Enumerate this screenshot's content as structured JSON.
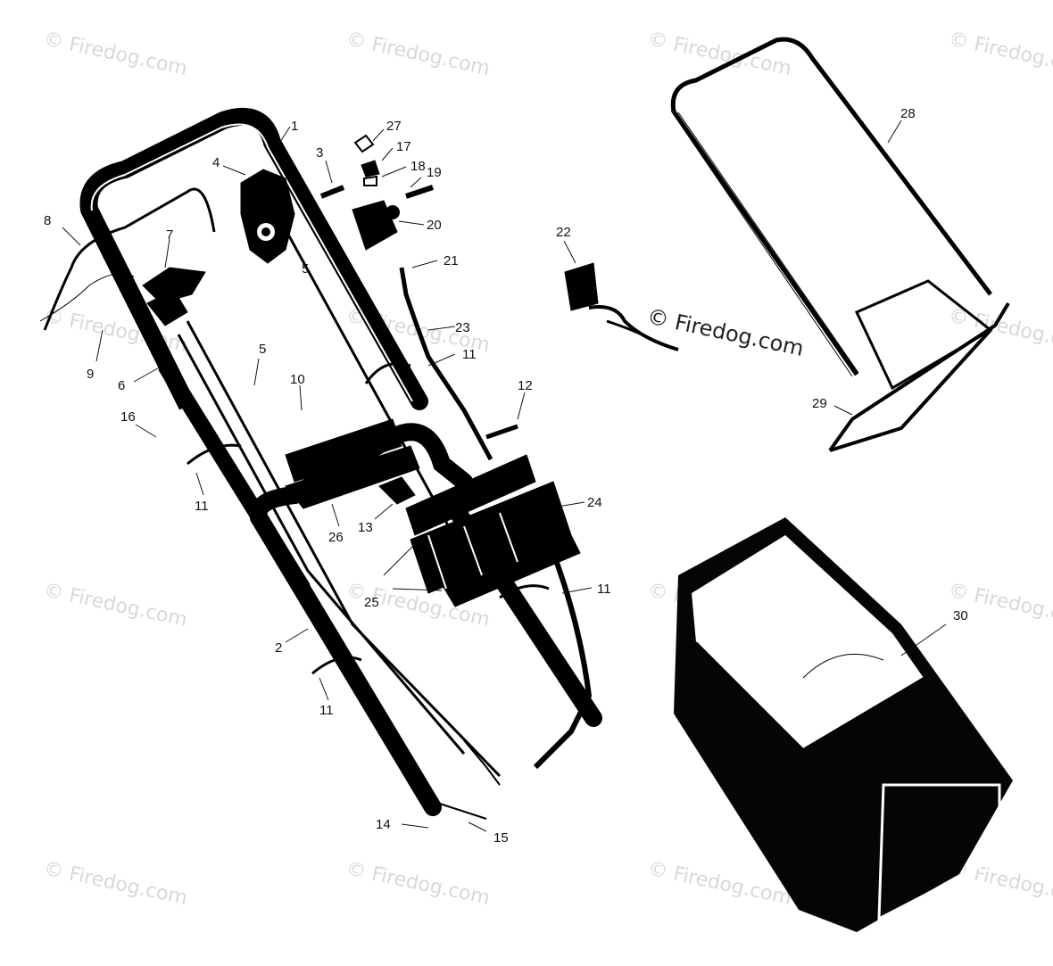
{
  "watermark": {
    "text": "© Firedog.com",
    "color": "#d8d8d8"
  },
  "center_watermark": {
    "text": "© Firedog.com"
  },
  "callouts": [
    {
      "id": "1",
      "text": "1"
    },
    {
      "id": "2",
      "text": "2"
    },
    {
      "id": "3",
      "text": "3"
    },
    {
      "id": "4",
      "text": "4"
    },
    {
      "id": "5a",
      "text": "5"
    },
    {
      "id": "5b",
      "text": "5"
    },
    {
      "id": "6",
      "text": "6"
    },
    {
      "id": "7",
      "text": "7"
    },
    {
      "id": "8",
      "text": "8"
    },
    {
      "id": "9",
      "text": "9"
    },
    {
      "id": "10",
      "text": "10"
    },
    {
      "id": "11a",
      "text": "11"
    },
    {
      "id": "11b",
      "text": "11"
    },
    {
      "id": "11c",
      "text": "11"
    },
    {
      "id": "11d",
      "text": "11"
    },
    {
      "id": "12",
      "text": "12"
    },
    {
      "id": "13",
      "text": "13"
    },
    {
      "id": "14",
      "text": "14"
    },
    {
      "id": "15",
      "text": "15"
    },
    {
      "id": "16",
      "text": "16"
    },
    {
      "id": "17",
      "text": "17"
    },
    {
      "id": "18",
      "text": "18"
    },
    {
      "id": "19",
      "text": "19"
    },
    {
      "id": "20",
      "text": "20"
    },
    {
      "id": "21",
      "text": "21"
    },
    {
      "id": "22",
      "text": "22"
    },
    {
      "id": "23",
      "text": "23"
    },
    {
      "id": "24",
      "text": "24"
    },
    {
      "id": "25",
      "text": "25"
    },
    {
      "id": "26",
      "text": "26"
    },
    {
      "id": "27",
      "text": "27"
    },
    {
      "id": "28",
      "text": "28"
    },
    {
      "id": "29",
      "text": "29"
    },
    {
      "id": "30",
      "text": "30"
    }
  ]
}
